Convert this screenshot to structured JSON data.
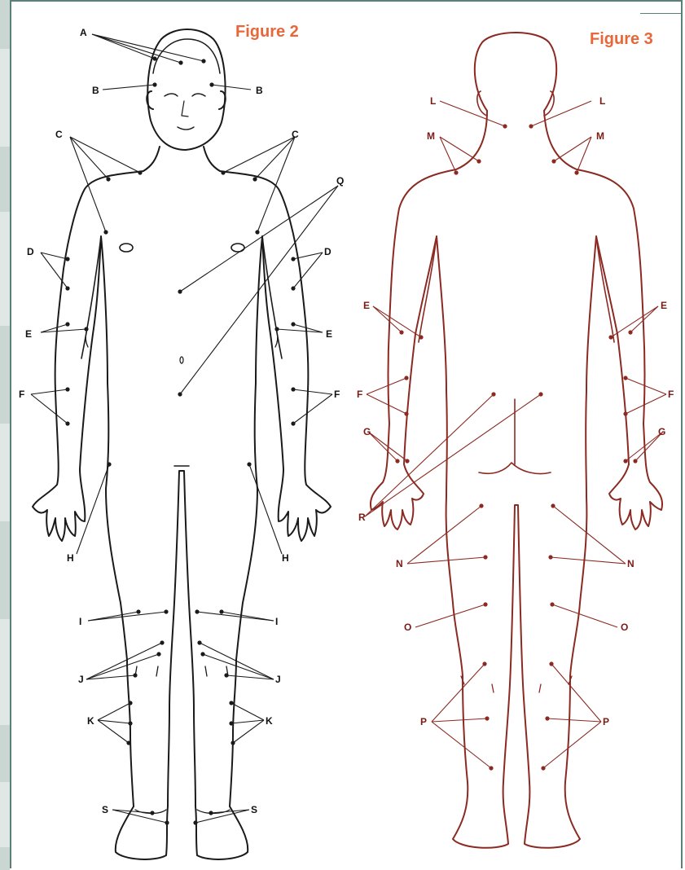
{
  "figures": [
    {
      "id": "front",
      "title": "Figure 2",
      "color": "#1a1a1a",
      "callout_labels": [
        "A",
        "B",
        "B",
        "C",
        "C",
        "Q",
        "D",
        "D",
        "E",
        "E",
        "F",
        "F",
        "H",
        "H",
        "I",
        "I",
        "J",
        "J",
        "K",
        "K",
        "S",
        "S"
      ]
    },
    {
      "id": "back",
      "title": "Figure 3",
      "color": "#8b2a22",
      "callout_labels": [
        "L",
        "L",
        "M",
        "M",
        "E",
        "E",
        "F",
        "F",
        "G",
        "G",
        "R",
        "N",
        "N",
        "O",
        "O",
        "P",
        "P"
      ]
    }
  ],
  "colors": {
    "title": "#e8673a",
    "frame": "#5c7f79",
    "side_strip": "#c9d6d2"
  }
}
